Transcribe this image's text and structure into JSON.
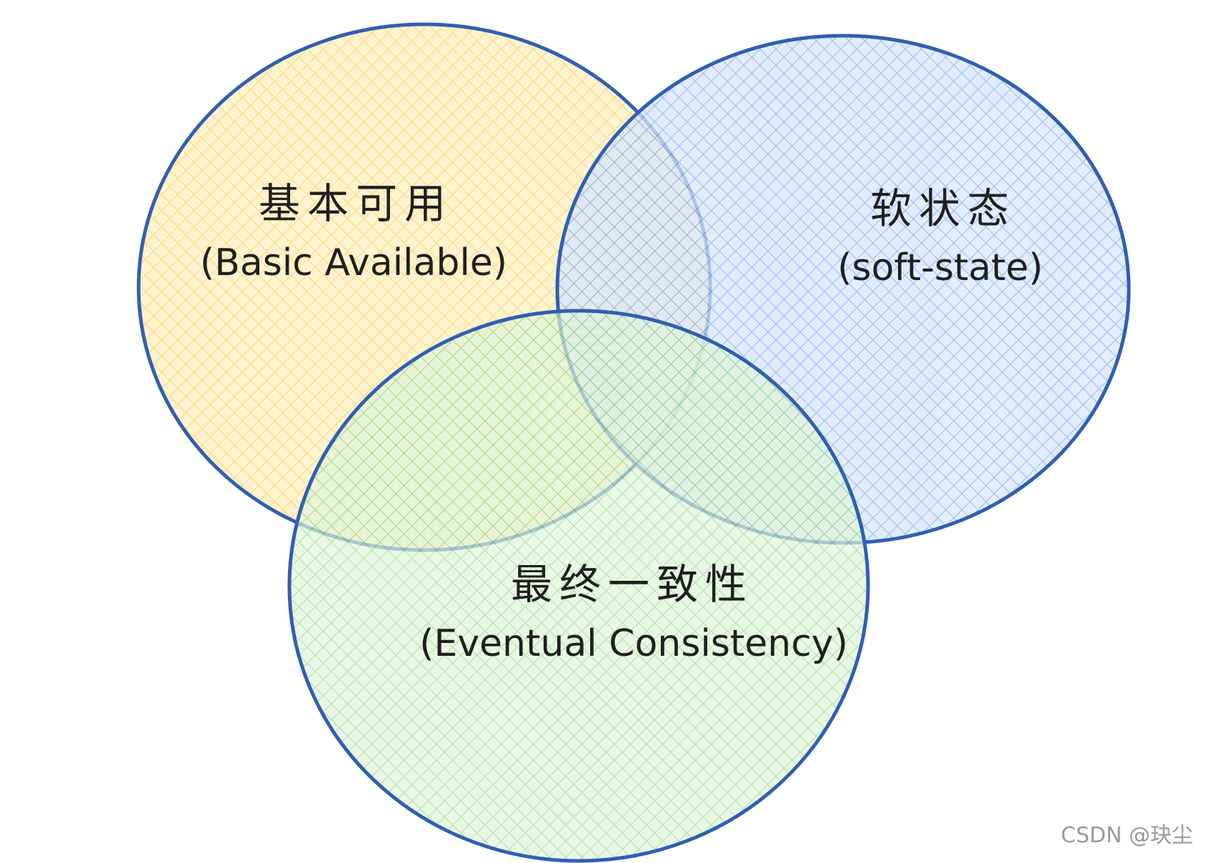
{
  "diagram": {
    "sets": [
      {
        "id": "basic-available",
        "label_zh": "基本可用",
        "label_en": "(Basic Available)",
        "fill_color": "#fce7a3",
        "stroke_color": "#2f5fb3"
      },
      {
        "id": "soft-state",
        "label_zh": "软状态",
        "label_en": "(soft-state)",
        "fill_color": "#a9c8f2",
        "stroke_color": "#2f5fb3"
      },
      {
        "id": "eventual-consistency",
        "label_zh": "最终一致性",
        "label_en": "(Eventual Consistency)",
        "fill_color": "#bfe6b4",
        "stroke_color": "#2f5fb3"
      }
    ]
  },
  "watermark": "CSDN @玦尘"
}
